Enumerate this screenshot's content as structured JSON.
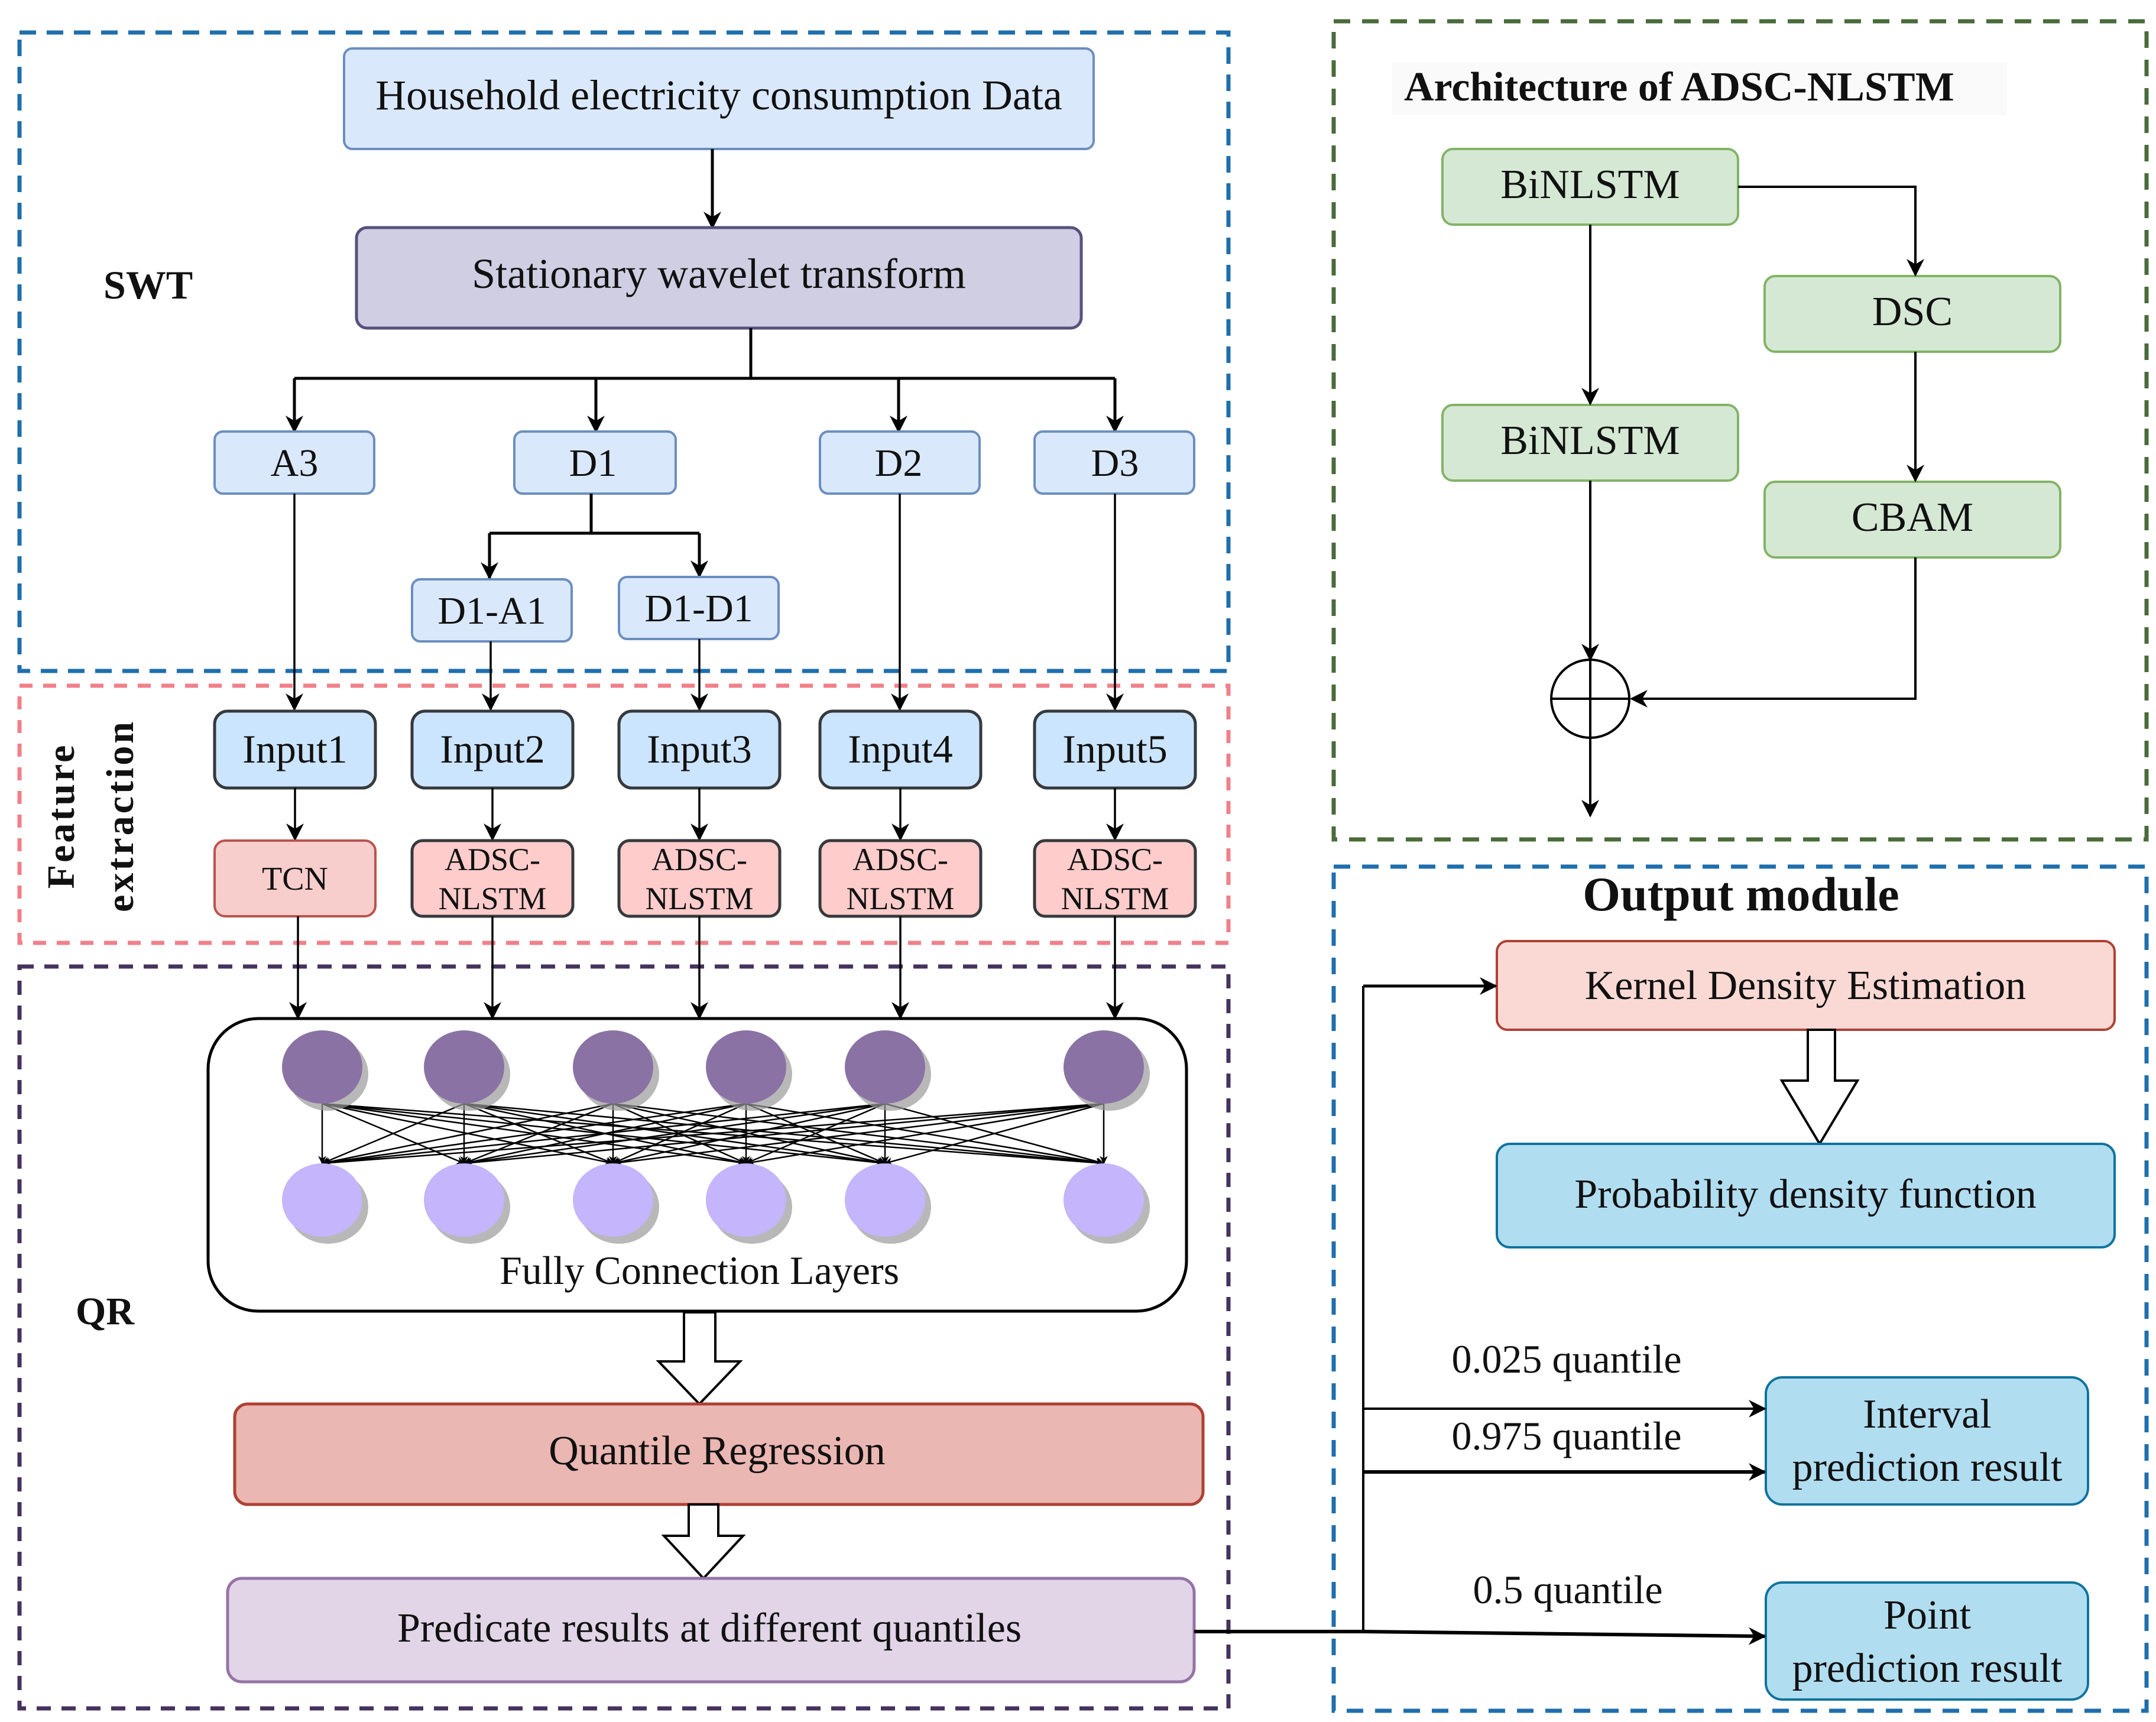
{
  "colors": {
    "swt_frame": "#1f6fad",
    "feature_frame": "#f0808a",
    "qr_frame": "#46325e",
    "arch_frame": "#4a6b3a",
    "output_frame": "#1f6fad",
    "blue_node_fill": "#dae8fc",
    "blue_node_stroke": "#6c8ebf",
    "swt_fill": "#d0cee2",
    "swt_stroke": "#56517e",
    "input_fill": "#cce5ff",
    "input_stroke": "#36393d",
    "tcn_fill": "#f8cecc",
    "tcn_stroke": "#b85450",
    "adsc_fill": "#ffcccc",
    "adsc_stroke": "#36393d",
    "green_fill": "#d5e8d4",
    "green_stroke": "#82b366",
    "qr_fill": "#ebb7b3",
    "qr_stroke": "#ae4132",
    "pred_fill": "#e1d5e7",
    "pred_stroke": "#9673a6",
    "kde_fill": "#fad9d5",
    "kde_stroke": "#ae4132",
    "pdf_fill": "#b1ddf0",
    "pdf_stroke": "#10739e",
    "neuron_top": "#8a72a5",
    "neuron_bottom": "#c4b5fd"
  },
  "sections": {
    "swt_label": "SWT",
    "feature_label_line1": "Feature",
    "feature_label_line2": "extraction",
    "qr_label": "QR",
    "arch_title": "Architecture of ADSC-NLSTM",
    "output_title": "Output module"
  },
  "swt": {
    "data_node": "Household electricity consumption Data",
    "transform_node": "Stationary wavelet transform",
    "components": [
      "A3",
      "D1",
      "D2",
      "D3"
    ],
    "sub_components": [
      "D1-A1",
      "D1-D1"
    ]
  },
  "feature": {
    "inputs": [
      "Input1",
      "Input2",
      "Input3",
      "Input4",
      "Input5"
    ],
    "models": [
      {
        "line1": "TCN",
        "line2": ""
      },
      {
        "line1": "ADSC-",
        "line2": "NLSTM"
      },
      {
        "line1": "ADSC-",
        "line2": "NLSTM"
      },
      {
        "line1": "ADSC-",
        "line2": "NLSTM"
      },
      {
        "line1": "ADSC-",
        "line2": "NLSTM"
      }
    ]
  },
  "qr": {
    "fc_label": "Fully Connection Layers",
    "top_neurons": 6,
    "bottom_neurons": 6,
    "quantile_regression": "Quantile Regression",
    "predicate": "Predicate results at different quantiles"
  },
  "arch": {
    "binlstm_1": "BiNLSTM",
    "binlstm_2": "BiNLSTM",
    "dsc": "DSC",
    "cbam": "CBAM",
    "sum_symbol": "add-circle-icon"
  },
  "output": {
    "kde": "Kernel Density Estimation",
    "pdf": "Probability density function",
    "q_low": "0.025 quantile",
    "q_high": "0.975 quantile",
    "q_mid": "0.5 quantile",
    "interval_line1": "Interval",
    "interval_line2": "prediction result",
    "point_line1": "Point",
    "point_line2": "prediction result"
  }
}
